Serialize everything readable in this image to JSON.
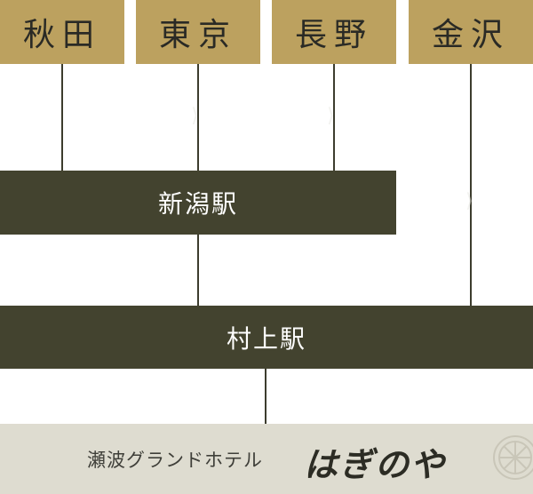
{
  "cities": {
    "akita": "秋田",
    "tokyo": "東京",
    "nagano": "長野",
    "kanazawa": "金沢"
  },
  "stations": {
    "niigata": "新潟駅",
    "murakami": "村上駅"
  },
  "hotel": {
    "name": "瀬波グランドホテル",
    "logo": "はぎのや"
  },
  "colors": {
    "city_box": "#bca15f",
    "station_bar": "#43432f",
    "footer": "#dedcd0",
    "line": "#3c3c2e"
  }
}
